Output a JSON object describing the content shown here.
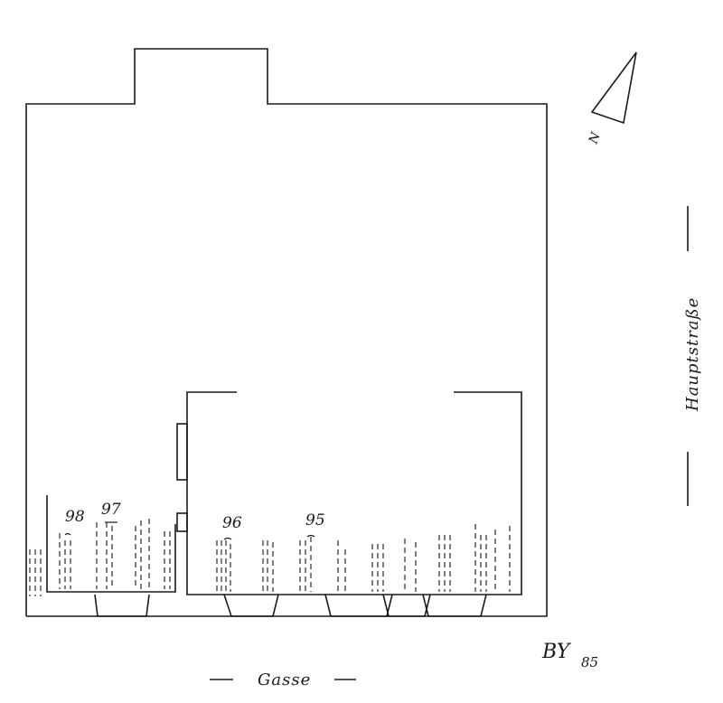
{
  "streets": {
    "main_street": "Hauptstraße",
    "lane": "Gasse"
  },
  "north_arrow": {
    "letter": "N"
  },
  "finds": [
    {
      "id": "find-98",
      "label": "98"
    },
    {
      "id": "find-97",
      "label": "97"
    },
    {
      "id": "find-96",
      "label": "96"
    },
    {
      "id": "find-95",
      "label": "95"
    }
  ],
  "signature": {
    "initials": "BY",
    "number": "85"
  },
  "colors": {
    "ink": "#1a1a1a",
    "paper": "#ffffff"
  }
}
